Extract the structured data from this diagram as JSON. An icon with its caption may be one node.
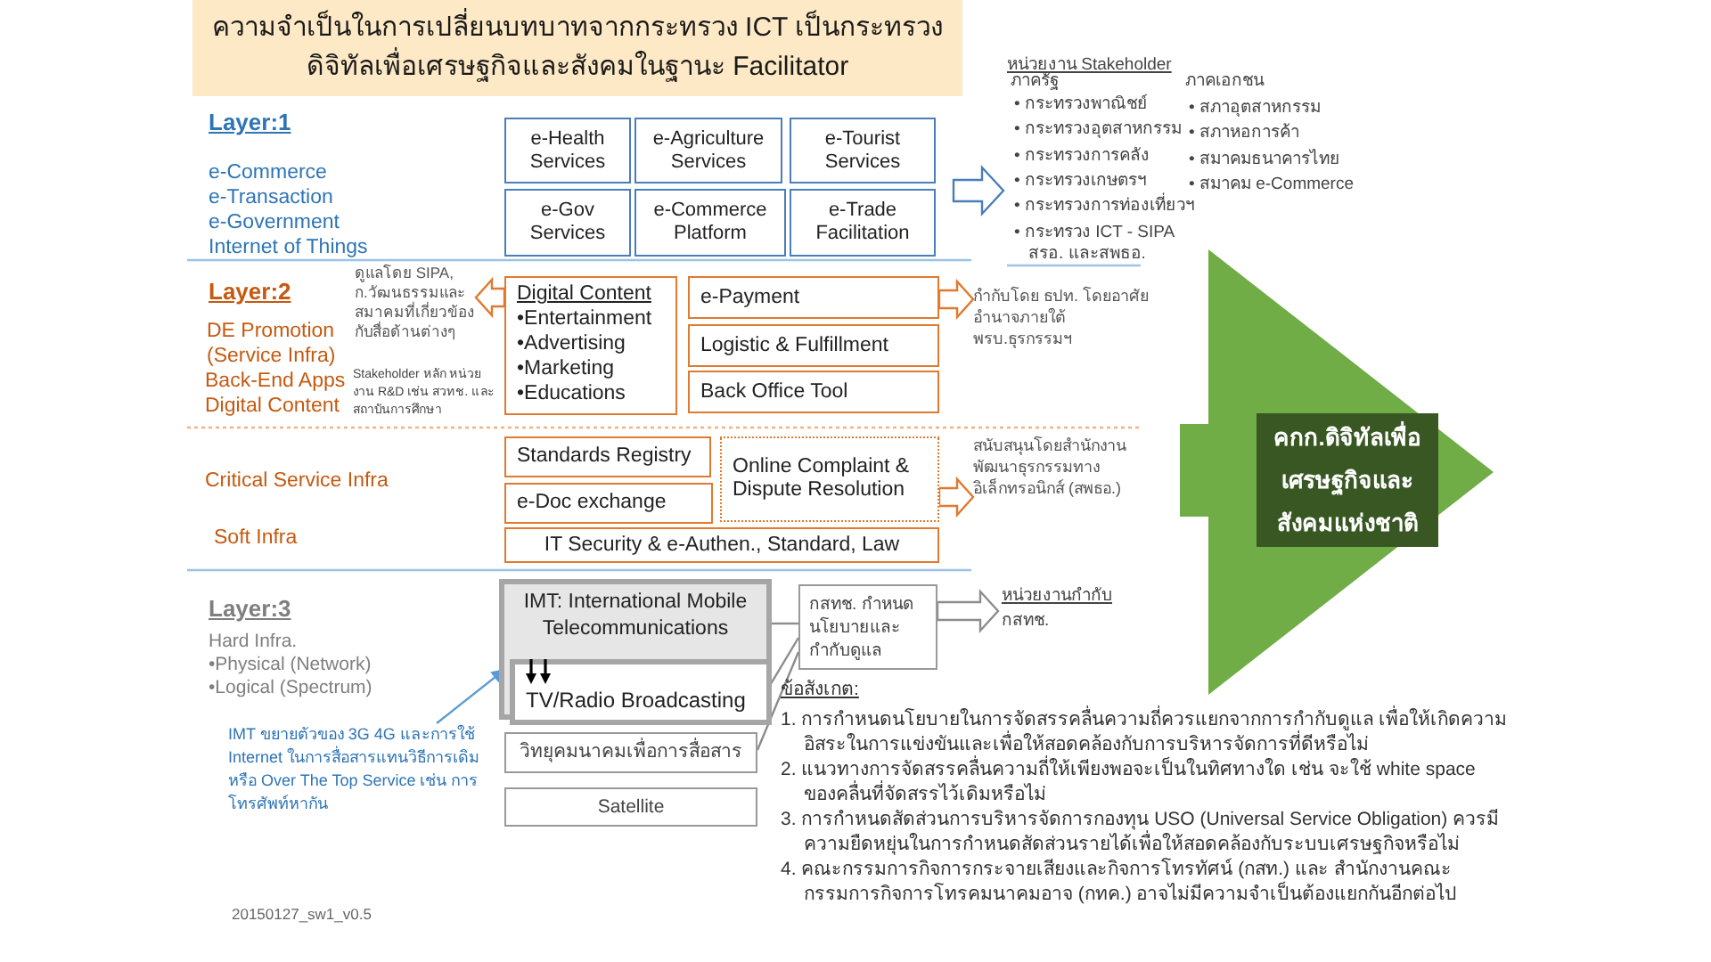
{
  "diagram": {
    "title": "ความจำเป็นในการเปลี่ยนบทบาทจากกระทรวง ICT เป็นกระทรวงดิจิทัลเพื่อเศรษฐกิจและสังคมในฐานะ Facilitator",
    "nodes": [
      {
        "text": [
          "e-Health Services"
        ]
      },
      {
        "text": [
          "e-Agriculture Services"
        ]
      },
      {
        "text": [
          "e-Tourist Services"
        ]
      },
      {
        "text": [
          "e-Gov Services"
        ]
      },
      {
        "text": [
          "e-Commerce Platform"
        ]
      },
      {
        "text": [
          "e-Trade Facilitation"
        ]
      },
      {
        "text": [
          "หน่วยงาน Stakeholder",
          "ภาครัฐ",
          "• กระทรวงพาณิชย์",
          "• กระทรวงอุตสาหกรรม",
          "• กระทรวงการคลัง",
          "• กระทรวงเกษตรฯ",
          "• กระทรวงการท่องเที่ยวฯ",
          "• กระทรวง ICT - SIPA สรอ. และสพธอ.",
          "ภาคเอกชน",
          "• สภาอุตสาหกรรม",
          "• สภาหอการค้า",
          "• สมาคมธนาคารไทย",
          "• สมาคม e-Commerce"
        ]
      },
      {
        "text": [
          "Digital Content",
          "•Entertainment",
          "•Advertising",
          "•Marketing",
          "•Educations"
        ]
      },
      {
        "text": [
          "ดูแลโดย SIPA, ก.วัฒนธรรมและสมาคมที่เกี่ยวข้องกับสื่อด้านต่างๆ"
        ]
      },
      {
        "text": [
          "e-Payment"
        ]
      },
      {
        "text": [
          "Logistic & Fulfillment"
        ]
      },
      {
        "text": [
          "Back Office Tool"
        ]
      },
      {
        "text": [
          "กำกับโดย ธปท. โดยอาศัยอำนาจภายใต้พรบ.ธุรกรรมฯ"
        ]
      },
      {
        "text": [
          "Standards Registry"
        ]
      },
      {
        "text": [
          "e-Doc exchange"
        ]
      },
      {
        "text": [
          "Online Complaint & Dispute Resolution"
        ]
      },
      {
        "text": [
          "สนับสนุนโดยสำนักงานพัฒนาธุรกรรมทางอิเล็กทรอนิกส์ (สพธอ.)"
        ]
      },
      {
        "text": [
          "IT Security & e-Authen., Standard, Law"
        ]
      },
      {
        "text": [
          "IMT: International Mobile Telecommunications"
        ]
      },
      {
        "text": [
          "TV/Radio Broadcasting"
        ],
        "in": 18
      },
      {
        "text": [
          "วิทยุคมนาคมเพื่อการสื่อสาร"
        ]
      },
      {
        "text": [
          "Satellite"
        ]
      },
      {
        "text": [
          "กสทช. กำหนดนโยบายและกำกับดูแล"
        ]
      },
      {
        "text": [
          "หน่วยงานกำกับ",
          "กสทช."
        ]
      },
      {
        "text": [
          "IMT ขยายตัวของ 3G 4G และการใช้ Internet ในการสื่อสารแทนวิธีการเดิม หรือ Over The Top Service เช่น การโทรศัพท์หากัน"
        ]
      },
      {
        "text": [
          "คกก.ดิจิทัลเพื่อเศรษฐกิจและสังคมแห่งชาติ"
        ]
      }
    ],
    "edges": [
      {
        "from": null,
        "to": 6,
        "arrow": "to",
        "color": "#4a7ebb"
      },
      {
        "from": 7,
        "to": 8,
        "arrow": "to",
        "color": "#e07a2e"
      },
      {
        "from": 9,
        "to": 12,
        "arrow": "to",
        "color": "#e07a2e"
      },
      {
        "from": 15,
        "to": 16,
        "arrow": "to",
        "color": "#e07a2e"
      },
      {
        "from": 18,
        "to": 22,
        "arrow": "none"
      },
      {
        "from": 19,
        "to": 22,
        "arrow": "none"
      },
      {
        "from": 20,
        "to": 22,
        "arrow": "none"
      },
      {
        "from": 22,
        "to": 23,
        "arrow": "to"
      },
      {
        "from": 24,
        "to": 19,
        "arrow": "to",
        "color": "#5b9bd5"
      }
    ],
    "labels": [
      "Layer:1",
      "e-Commerce",
      "e-Transaction",
      "e-Government",
      "Internet of Things",
      "Layer:2",
      "DE Promotion (Service Infra)",
      "Back-End Apps",
      "Digital Content",
      "Stakeholder หลัก หน่วยงาน R&D เช่น สวทช. และสถาบันการศึกษา",
      "Critical Service Infra",
      "Soft Infra",
      "Layer:3",
      "Hard Infra.",
      "•Physical (Network)",
      "•Logical (Spectrum)",
      "ข้อสังเกต:",
      "1. การกำหนดนโยบายในการจัดสรรคลื่นความถี่ควรแยกจากการกำกับดูแล เพื่อให้เกิดความอิสระในการแข่งขันและเพื่อให้สอดคล้องกับการบริหารจัดการที่ดีหรือไม่",
      "2. แนวทางการจัดสรรคลื่นความถี่ให้เพียงพอจะเป็นในทิศทางใด เช่น จะใช้ white space ของคลื่นที่จัดสรรไว้เดิมหรือไม่",
      "3. การกำหนดสัดส่วนการบริหารจัดการกองทุน USO (Universal Service Obligation) ควรมีความยืดหยุ่นในการกำหนดสัดส่วนรายได้เพื่อให้สอดคล้องกับระบบเศรษฐกิจหรือไม่",
      "4. คณะกรรมการกิจการกระจายเสียงและกิจการโทรทัศน์ (กสท.) และ สำนักงานคณะกรรมการกิจการโทรคมนาคมอาจ (กทค.) อาจไม่มีความจำเป็นต้องแยกกันอีกต่อไป",
      "20150127_sw1_v0.5"
    ]
  }
}
